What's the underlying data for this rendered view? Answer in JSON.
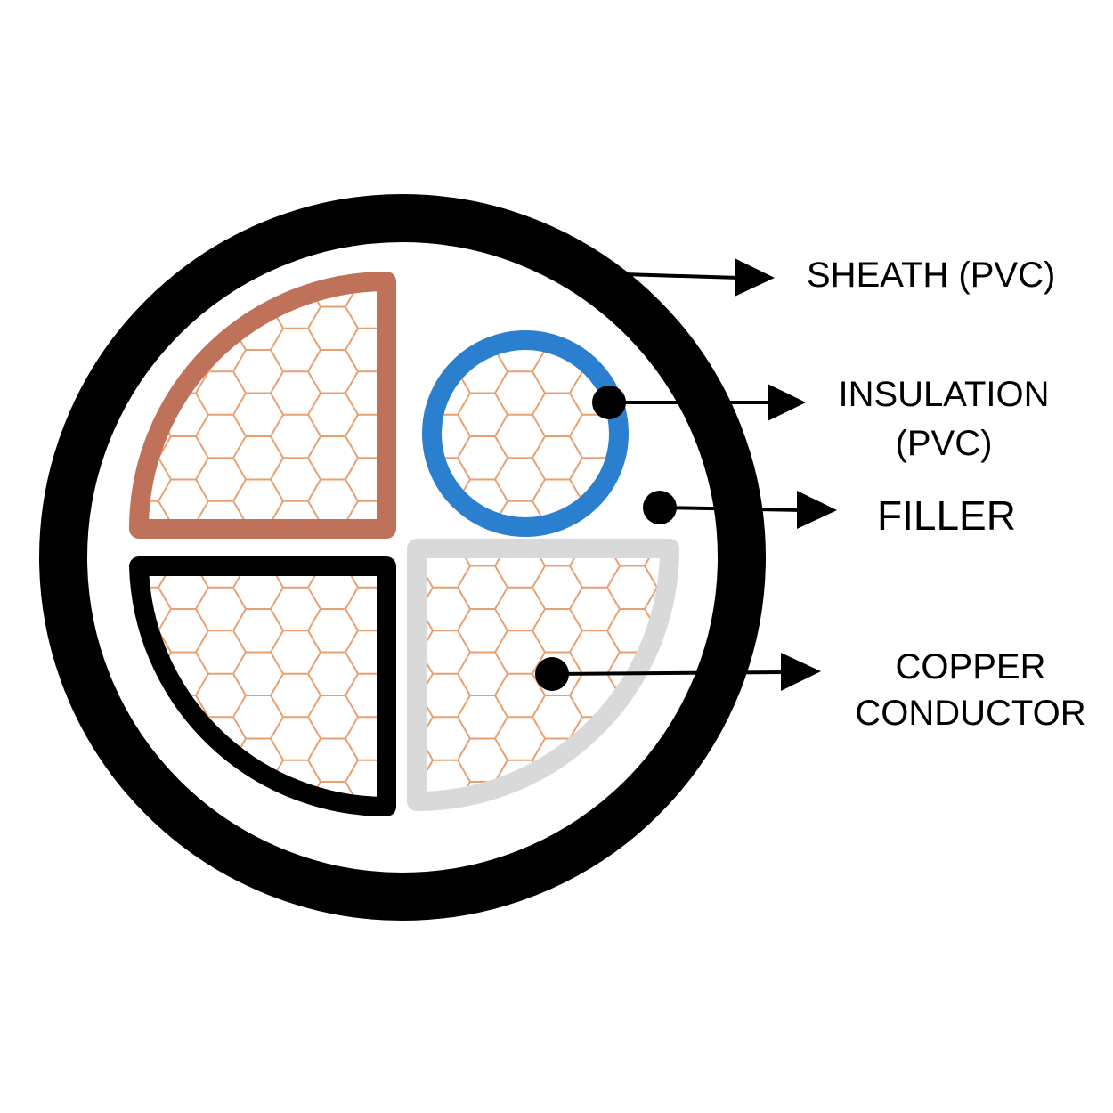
{
  "title": "Cable cross-section",
  "labels": {
    "sheath": "SHEATH (PVC)",
    "insulation_line1": "INSULATION",
    "insulation_line2": "(PVC)",
    "filler": "FILLER",
    "copper_line1": "COPPER",
    "copper_line2": "CONDUCTOR"
  },
  "colors": {
    "sheath": "#000000",
    "core_brown": "#c0715a",
    "core_black": "#000000",
    "core_grey": "#d9d9d9",
    "core_blue": "#2a7fce",
    "copper_strands": "#e8a070"
  }
}
